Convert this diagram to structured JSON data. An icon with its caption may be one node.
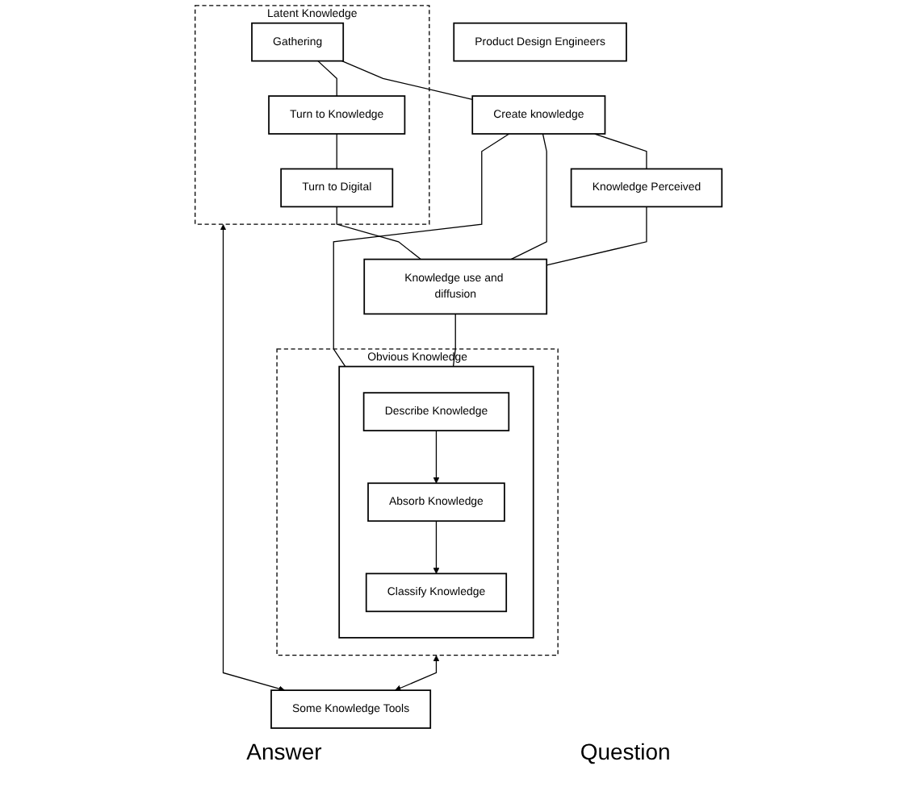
{
  "diagram": {
    "nodes": [
      {
        "text": [
          "Latent Knowledge"
        ]
      },
      {
        "text": [
          "Gathering"
        ],
        "in": 0
      },
      {
        "text": [
          "Turn to Knowledge"
        ],
        "in": 0
      },
      {
        "text": [
          "Turn to Digital"
        ],
        "in": 0
      },
      {
        "text": [
          "Create knowledge"
        ]
      },
      {
        "text": [
          "Knowledge Perceived"
        ]
      },
      {
        "text": [
          "Knowledge use and diffusion"
        ]
      },
      {
        "text": [
          "Obvious Knowledge"
        ]
      },
      {
        "text": [],
        "shape": "box",
        "in": 7
      },
      {
        "text": [
          "Describe Knowledge"
        ],
        "in": 8
      },
      {
        "text": [
          "Absorb Knowledge"
        ],
        "in": 8
      },
      {
        "text": [
          "Classify Knowledge"
        ],
        "in": 8
      },
      {
        "text": [
          "Some Knowledge Tools"
        ]
      },
      {
        "text": [
          "Product Design Engineers"
        ]
      }
    ],
    "edges": [
      {
        "from": 1,
        "to": 4,
        "arrow": "none"
      },
      {
        "from": 1,
        "to": 2,
        "arrow": "none"
      },
      {
        "from": 2,
        "to": 3,
        "arrow": "none"
      },
      {
        "from": 3,
        "to": 6,
        "arrow": "none"
      },
      {
        "from": 4,
        "to": 6,
        "arrow": "none"
      },
      {
        "from": 4,
        "to": 5,
        "arrow": "none"
      },
      {
        "from": 5,
        "to": 6,
        "arrow": "none"
      },
      {
        "from": 4,
        "to": 8,
        "arrow": "none"
      },
      {
        "from": 6,
        "to": 8,
        "arrow": "none"
      },
      {
        "from": 9,
        "to": 10,
        "arrow": "to"
      },
      {
        "from": 10,
        "to": 11,
        "arrow": "to"
      },
      {
        "from": 0,
        "to": 12,
        "arrow": "both"
      },
      {
        "from": 7,
        "to": 12,
        "arrow": "both"
      }
    ],
    "labels": [
      "Answer",
      "Question"
    ]
  }
}
